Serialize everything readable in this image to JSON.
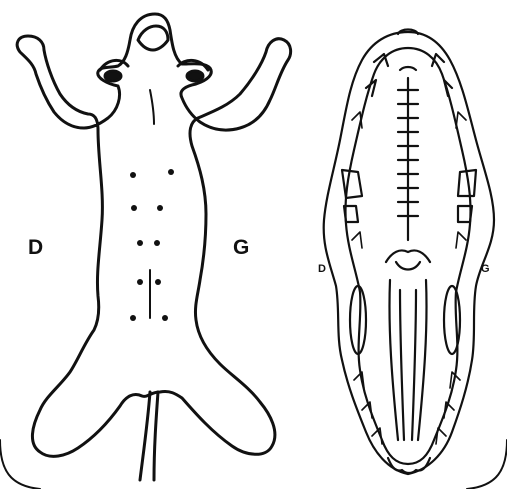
{
  "figure_left": {
    "label_right_side": "D",
    "label_left_side": "G"
  },
  "figure_right": {
    "label_right_side": "D",
    "label_left_side": "G"
  },
  "colors": {
    "ink": "#111111",
    "background": "#ffffff"
  }
}
